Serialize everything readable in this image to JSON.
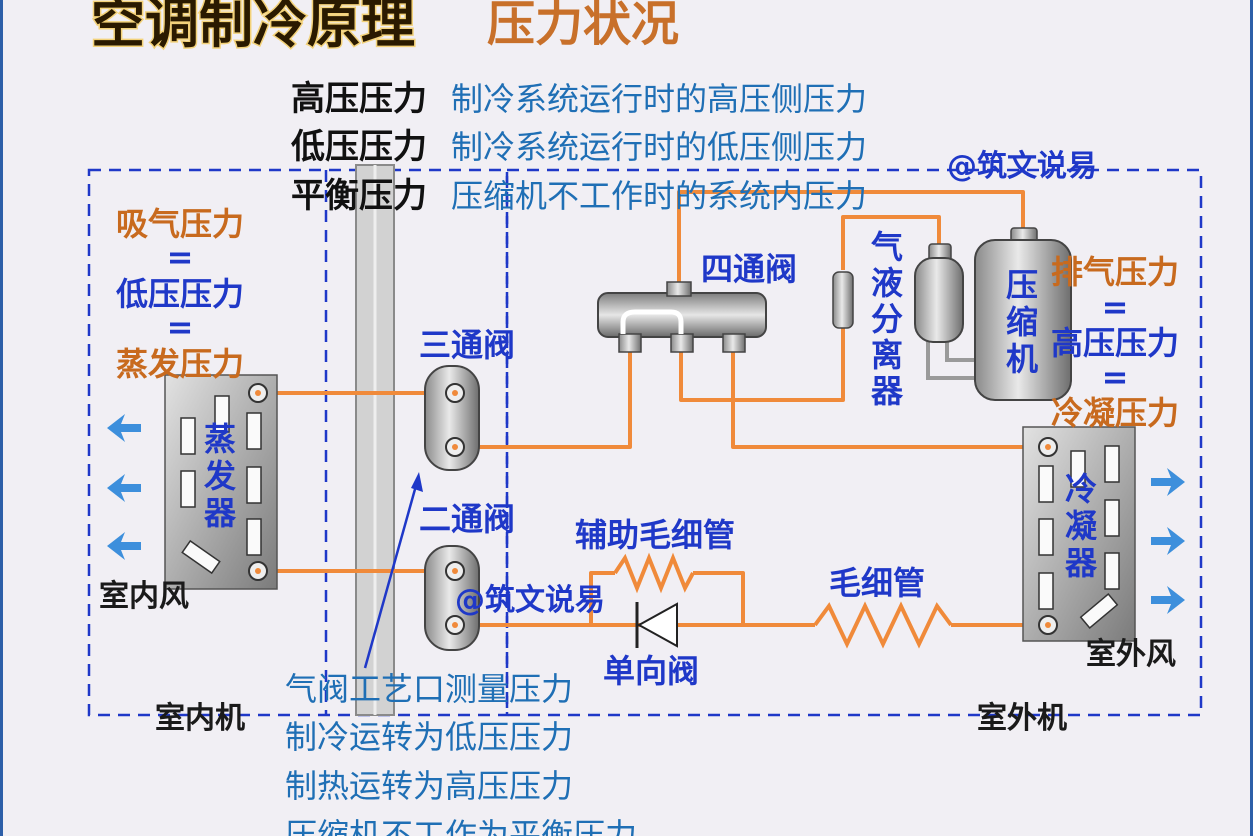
{
  "title": {
    "main": "空调制冷原理",
    "sub": "压力状况"
  },
  "definitions": [
    {
      "term": "高压压力",
      "text": "制冷系统运行时的高压侧压力"
    },
    {
      "term": "低压压力",
      "text": "制冷系统运行时的低压侧压力"
    },
    {
      "term": "平衡压力",
      "text": "压缩机不工作时的系统内压力"
    }
  ],
  "watermark": "@筑文说易",
  "indoor": {
    "unit_label": "室内机",
    "pressure": {
      "line1": "吸气压力",
      "eq1": "=",
      "line2": "低压压力",
      "eq2": "=",
      "line3": "蒸发压力"
    },
    "evaporator": "蒸发器",
    "wind": "室内风"
  },
  "outdoor": {
    "unit_label": "室外机",
    "pressure": {
      "line1": "排气压力",
      "eq1": "=",
      "line2": "高压压力",
      "eq2": "=",
      "line3": "冷凝压力"
    },
    "condenser": "冷凝器",
    "compressor": "压缩机",
    "separator": "气液分离器",
    "wind": "室外风"
  },
  "valves": {
    "four_way": "四通阀",
    "three_way": "三通阀",
    "two_way": "二通阀",
    "check": "单向阀"
  },
  "pipes": {
    "aux_capillary": "辅助毛细管",
    "capillary": "毛细管"
  },
  "service_port_note": [
    "气阀工艺口测量压力",
    "制冷运转为低压压力",
    "制热运转为高压压力",
    "压缩机不工作为平衡压力"
  ],
  "colors": {
    "pipe": "#f08a3a",
    "frame": "#1f38c8",
    "arrow": "#3d8fdc"
  }
}
